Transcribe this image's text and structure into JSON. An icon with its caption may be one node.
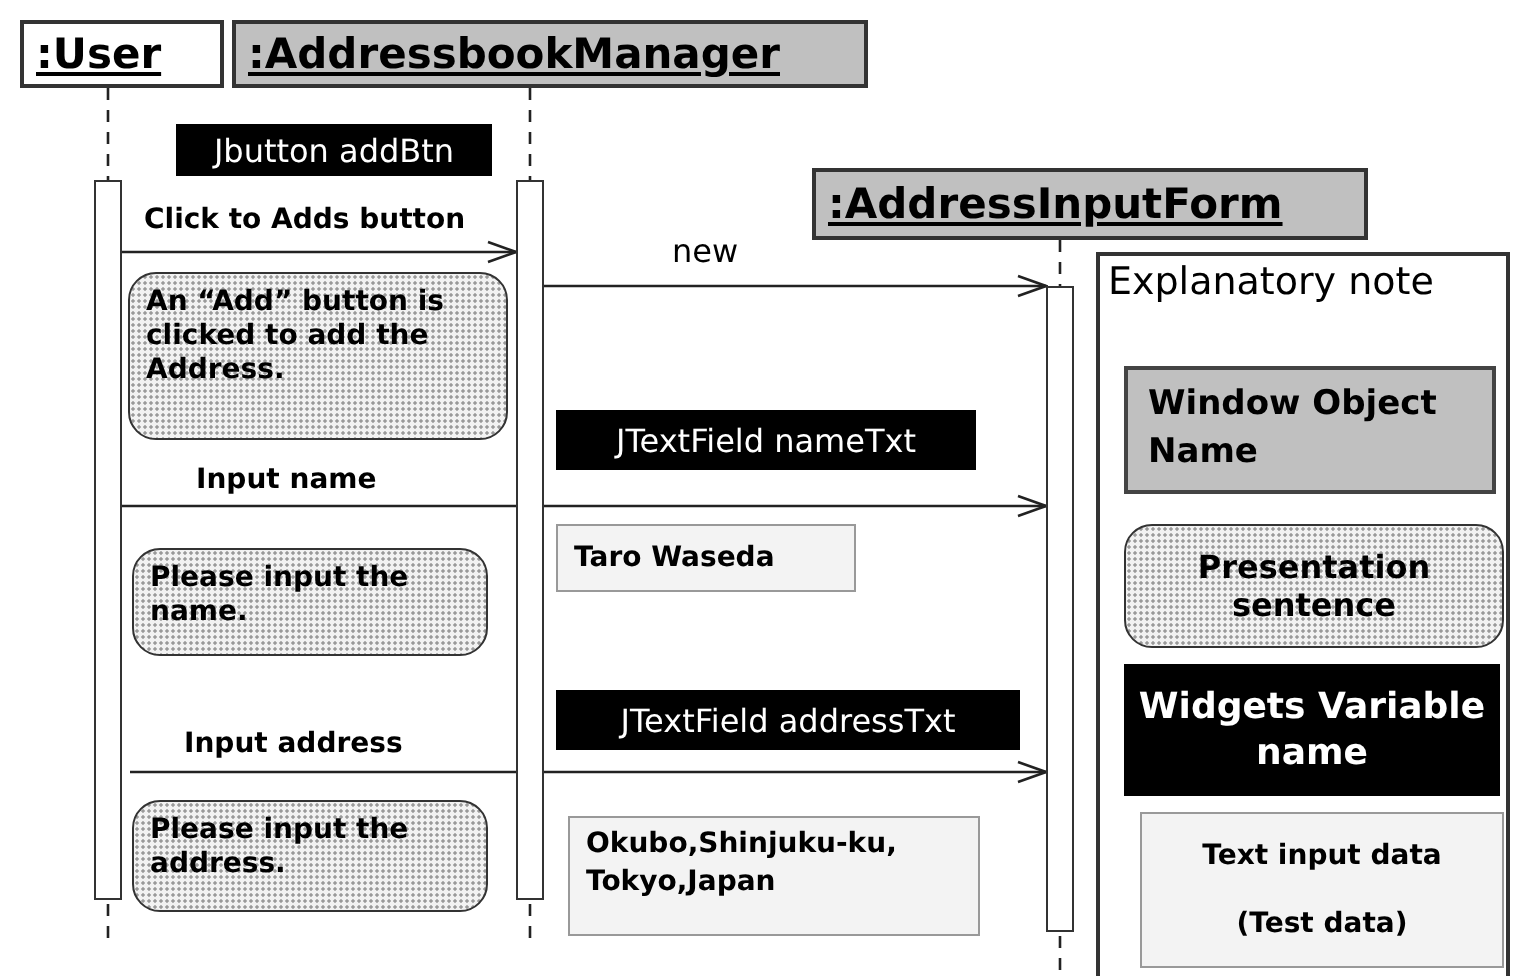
{
  "diagram": {
    "nodes": [
      {
        "text": [
          ":User"
        ]
      },
      {
        "text": [
          ":AddressbookManager"
        ]
      },
      {
        "text": [
          "Jbutton addBtn"
        ]
      },
      {
        "text": [
          ":AddressInputForm"
        ]
      },
      {
        "text": [],
        "shape": "bar"
      },
      {
        "text": [],
        "shape": "bar"
      },
      {
        "text": [],
        "shape": "bar"
      },
      {
        "text": [
          "An “Add” button is clicked to add the Address."
        ]
      },
      {
        "text": [
          "Explanatory note"
        ]
      },
      {
        "text": [
          "Window Object Name"
        ],
        "in": 8
      },
      {
        "text": [
          "Presentation sentence"
        ],
        "in": 8
      },
      {
        "text": [
          "Widgets Variable name"
        ],
        "in": 8
      },
      {
        "text": [
          "Text input data",
          "(Test data)"
        ],
        "in": 8
      },
      {
        "text": [
          "JTextField nameTxt"
        ]
      },
      {
        "text": [
          "Taro Waseda"
        ]
      },
      {
        "text": [
          "Please input the name."
        ]
      },
      {
        "text": [
          "JTextField addressTxt"
        ]
      },
      {
        "text": [
          "Please input the address."
        ]
      },
      {
        "text": [
          "Okubo,Shinjuku-ku, Tokyo,Japan"
        ]
      }
    ],
    "edges": [
      {
        "from": 0,
        "to": 4,
        "arrow": "none",
        "style": "dashed"
      },
      {
        "from": 1,
        "to": 5,
        "arrow": "none",
        "style": "dashed"
      },
      {
        "from": 3,
        "to": 6,
        "arrow": "none",
        "style": "dashed"
      },
      {
        "from": 4,
        "to": 5,
        "arrow": "to",
        "label": "Click to Adds button"
      },
      {
        "from": 5,
        "to": 6,
        "arrow": "to",
        "label": "new"
      },
      {
        "from": 4,
        "to": 6,
        "arrow": "to",
        "label": "Input name"
      },
      {
        "from": 4,
        "to": 6,
        "arrow": "to",
        "label": "Input address"
      }
    ]
  }
}
